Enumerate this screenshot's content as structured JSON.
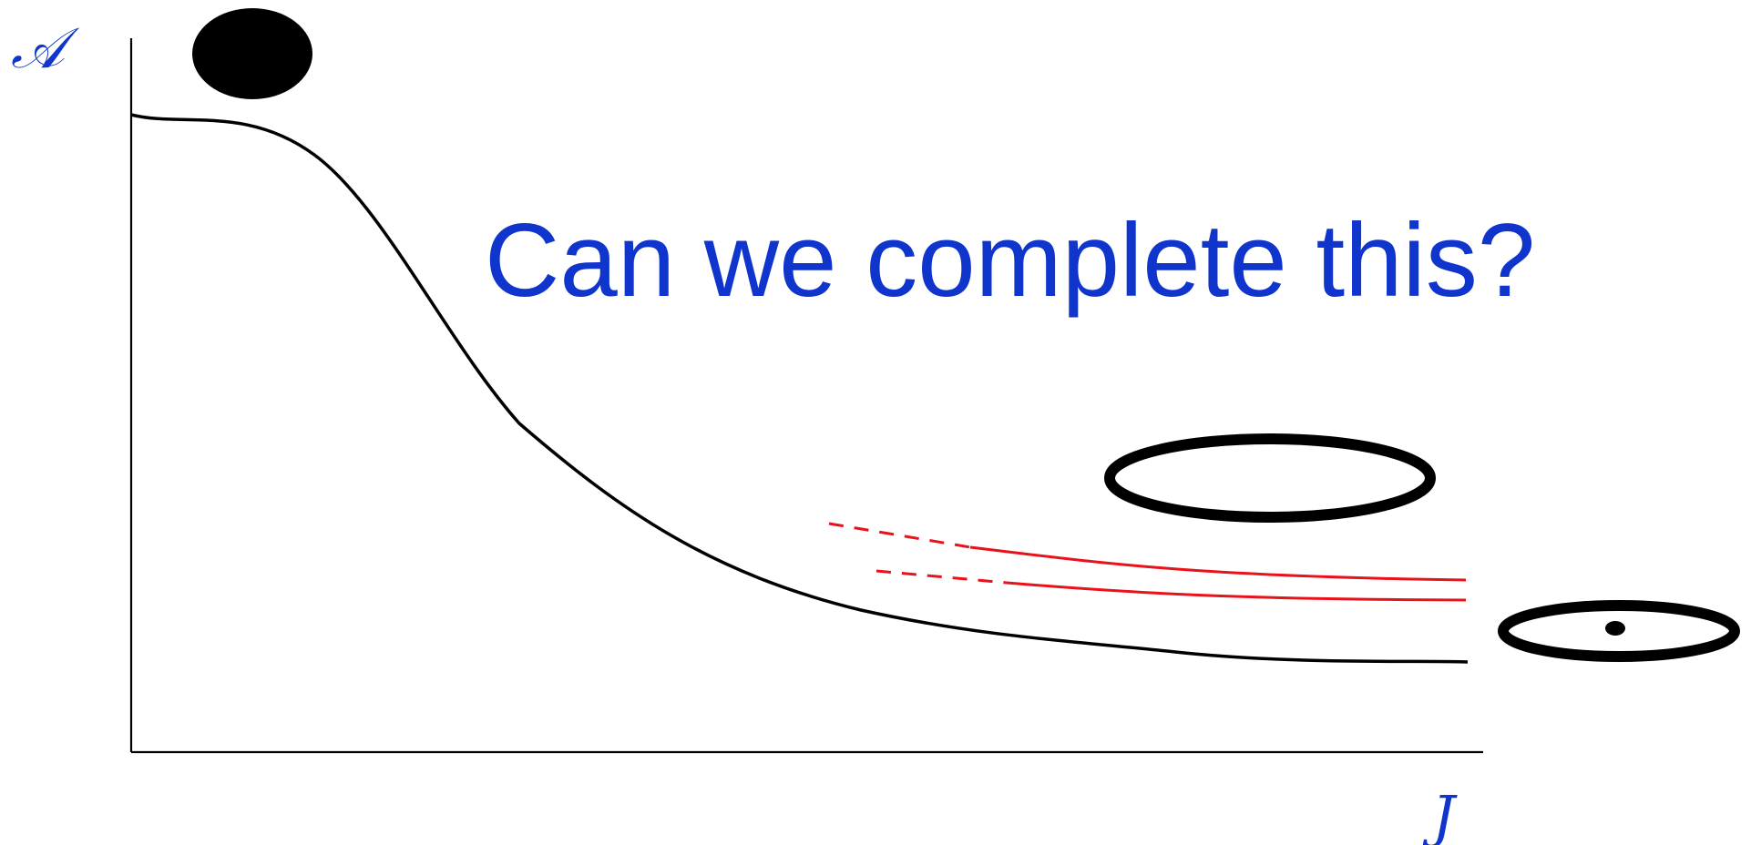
{
  "colors": {
    "axis": "#000000",
    "curve": "#000000",
    "highlight": "#e8121b",
    "text": "#1035cc",
    "shape_fill": "#000000",
    "background": "#ffffff"
  },
  "axes": {
    "y_label": "𝒜",
    "x_label": "J"
  },
  "question": {
    "text": "Can we complete this?"
  },
  "shapes": {
    "top_left": "solid-disk",
    "middle_right": "thin-ring",
    "bottom_right": "ring-with-center-dot"
  },
  "curves": {
    "main": "solid-decreasing-curve",
    "upper_extension": "dashed-then-solid",
    "lower_extension": "dashed-then-solid"
  }
}
